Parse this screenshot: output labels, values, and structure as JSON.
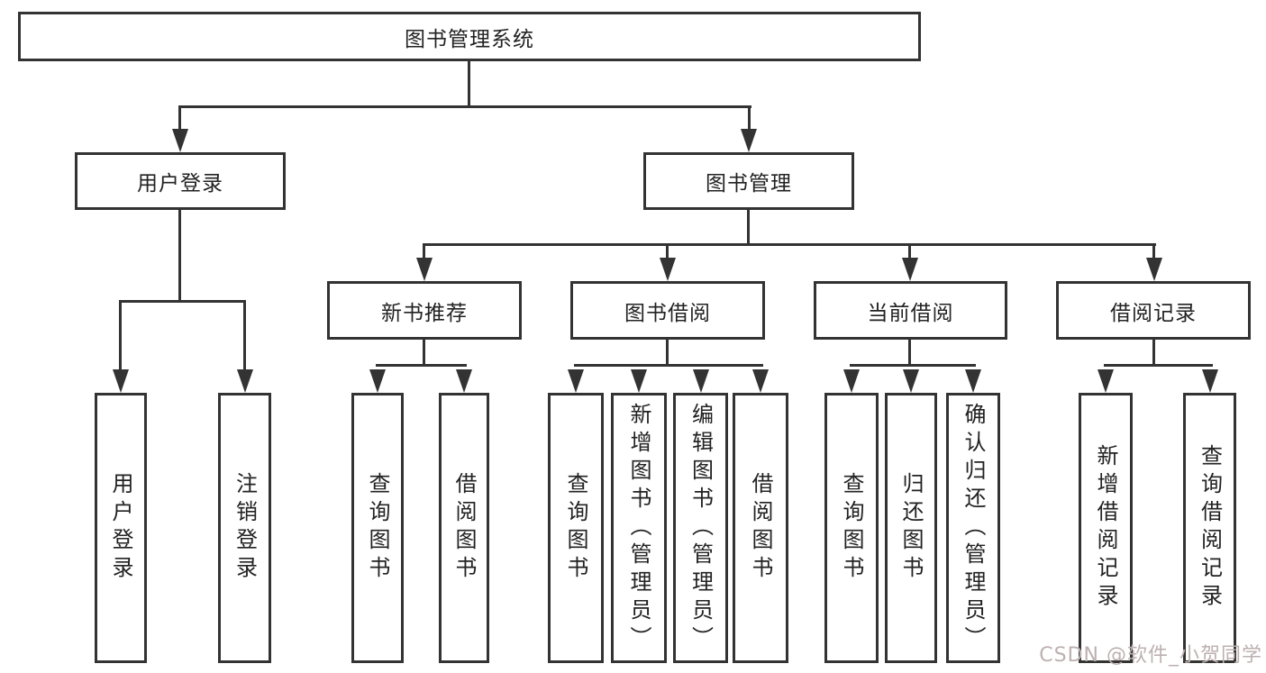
{
  "diagram": {
    "root": {
      "label": "图书管理系统"
    },
    "level2": [
      {
        "label": "用户登录"
      },
      {
        "label": "图书管理"
      }
    ],
    "level3": [
      {
        "label": "新书推荐"
      },
      {
        "label": "图书借阅"
      },
      {
        "label": "当前借阅"
      },
      {
        "label": "借阅记录"
      }
    ],
    "leaves": {
      "user_login": [
        {
          "label": "用户登录"
        },
        {
          "label": "注销登录"
        }
      ],
      "new_book_rec": [
        {
          "label": "查询图书"
        },
        {
          "label": "借阅图书"
        }
      ],
      "book_borrow": [
        {
          "label": "查询图书"
        },
        {
          "label": "新增图书（管理员）"
        },
        {
          "label": "编辑图书（管理员）"
        },
        {
          "label": "借阅图书"
        }
      ],
      "current_borrow": [
        {
          "label": "查询图书"
        },
        {
          "label": "归还图书"
        },
        {
          "label": "确认归还（管理员）"
        }
      ],
      "borrow_records": [
        {
          "label": "新增借阅记录"
        },
        {
          "label": "查询借阅记录"
        }
      ]
    }
  },
  "watermark": {
    "text": "CSDN @软件_小贺同学"
  },
  "colors": {
    "line": "#333333",
    "box_border": "#333333",
    "text": "#222222",
    "background": "#ffffff",
    "watermark_text": "#bdb0b0"
  }
}
